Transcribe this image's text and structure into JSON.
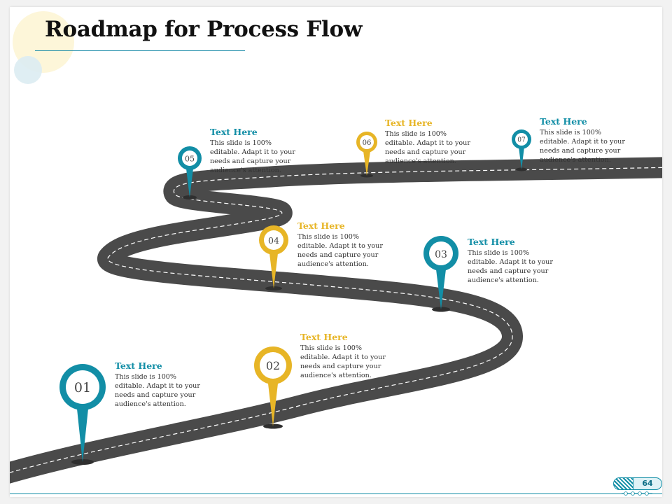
{
  "title": "Roadmap for Process Flow",
  "page_number": "64",
  "colors": {
    "teal": "#128ea6",
    "gold": "#e7b526",
    "road": "#4a4a4a"
  },
  "milestones": [
    {
      "num": "01",
      "heading": "Text Here",
      "text": "This slide is 100% editable. Adapt it to your needs and capture your audience's attention.",
      "color": "teal"
    },
    {
      "num": "02",
      "heading": "Text Here",
      "text": "This slide is 100% editable. Adapt it to your needs and capture your audience's attention.",
      "color": "gold"
    },
    {
      "num": "03",
      "heading": "Text Here",
      "text": "This slide is 100% editable. Adapt it to your needs and capture your audience's attention.",
      "color": "teal"
    },
    {
      "num": "04",
      "heading": "Text Here",
      "text": "This slide is 100% editable. Adapt it to your needs and capture your audience's attention.",
      "color": "gold"
    },
    {
      "num": "05",
      "heading": "Text Here",
      "text": "This slide is 100% editable. Adapt it to your needs and capture your audience's attention.",
      "color": "teal"
    },
    {
      "num": "06",
      "heading": "Text Here",
      "text": "This slide is 100% editable. Adapt it to your needs and capture your audience's attention.",
      "color": "gold"
    },
    {
      "num": "07",
      "heading": "Text Here",
      "text": "This slide is 100% editable. Adapt it to your needs and capture your audience's attention.",
      "color": "teal"
    }
  ]
}
